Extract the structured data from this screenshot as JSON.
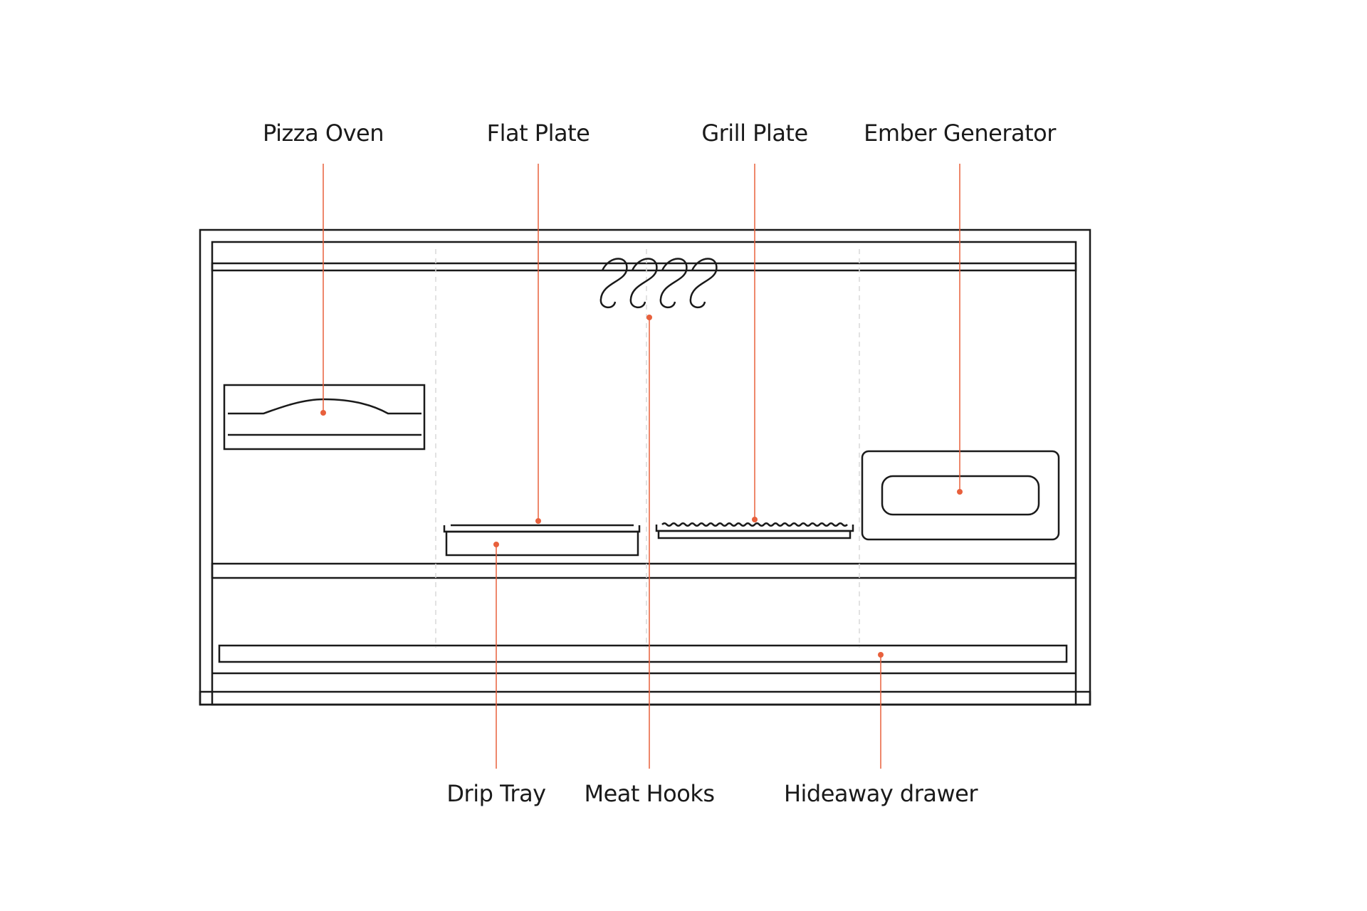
{
  "colors": {
    "line": "#1a1a1a",
    "callout": "#e8603c",
    "label": "#1a1a1a",
    "guide": "#d8d8d8"
  },
  "labels": {
    "pizza_oven": "Pizza Oven",
    "flat_plate": "Flat Plate",
    "grill_plate": "Grill Plate",
    "ember_generator": "Ember Generator",
    "drip_tray": "Drip Tray",
    "meat_hooks": "Meat Hooks",
    "hideaway_drawer": "Hideaway drawer"
  }
}
